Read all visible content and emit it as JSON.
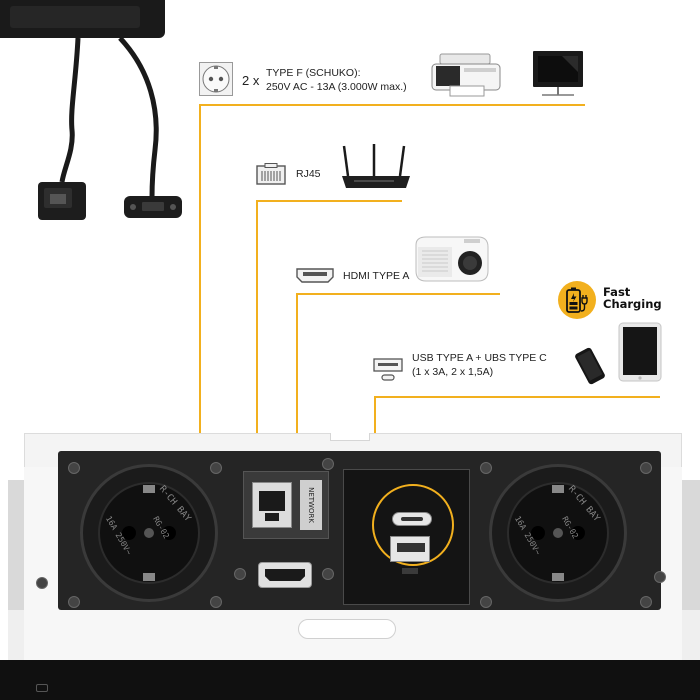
{
  "labels": {
    "schuko_count": "2 x",
    "schuko_line1": "TYPE F (SCHUKO):",
    "schuko_line2": "250V AC - 13A (3.000W max.)",
    "rj45": "RJ45",
    "hdmi": "HDMI TYPE A",
    "usb_line1": "USB TYPE A + UBS TYPE C",
    "usb_line2": "(1 x 3A, 2 x 1,5A)"
  },
  "badge": {
    "line1": "Fast",
    "line2": "Charging"
  },
  "panel": {
    "network_label": "NETWORK",
    "socket_left_text1": "R-CH BAY",
    "socket_left_text2": "RG-02",
    "socket_left_text3": "16A 250V~",
    "socket_right_text1": "R-CH BAY",
    "socket_right_text2": "RG-02",
    "socket_right_text3": "16A 250V~"
  },
  "icons": {
    "schuko": "schuko-socket-icon",
    "rj45": "rj45-port-icon",
    "hdmi": "hdmi-port-icon",
    "usb": "usb-port-icon",
    "printer": "printer-icon",
    "monitor": "monitor-icon",
    "router": "router-icon",
    "projector": "projector-icon",
    "phone": "smartphone-icon",
    "tablet": "tablet-icon",
    "charging": "battery-charging-icon"
  },
  "colors": {
    "accent": "#f2b01e",
    "panel": "#252525",
    "frame": "#f4f4f4"
  }
}
